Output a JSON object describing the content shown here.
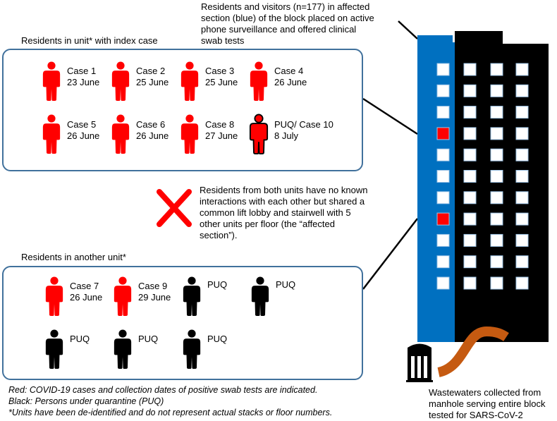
{
  "colors": {
    "case": "#ff0000",
    "puq": "#000000",
    "box_border": "#41719c",
    "building_blue": "#0070c0",
    "pipe": "#c55a11",
    "cross": "#ff0000"
  },
  "building_caption": [
    "Residents and visitors (n=177) in affected",
    "section (blue) of the block placed on active",
    "phone surveillance and offered clinical",
    "swab tests"
  ],
  "unit1": {
    "title": "Residents in unit* with index case",
    "people": [
      {
        "status": "case",
        "line1": "Case 1",
        "line2": "23 June"
      },
      {
        "status": "case",
        "line1": "Case 2",
        "line2": "25 June"
      },
      {
        "status": "case",
        "line1": "Case 3",
        "line2": "25 June"
      },
      {
        "status": "case",
        "line1": "Case 4",
        "line2": "26 June"
      },
      {
        "status": "case",
        "line1": "Case 5",
        "line2": "26 June"
      },
      {
        "status": "case",
        "line1": "Case 6",
        "line2": "26 June"
      },
      {
        "status": "case",
        "line1": "Case 8",
        "line2": "27 June"
      },
      {
        "status": "puq-case",
        "line1": "PUQ/ Case 10",
        "line2": "8 July"
      }
    ]
  },
  "middle_note": [
    "Residents from both units have no known",
    "interactions with each other but shared a",
    "common lift lobby and stairwell with 5",
    "other units per floor (the “affected",
    "section”)."
  ],
  "unit2": {
    "title": "Residents in another unit*",
    "people": [
      {
        "status": "case",
        "line1": "Case 7",
        "line2": "26 June"
      },
      {
        "status": "case",
        "line1": "Case 9",
        "line2": "29 June"
      },
      {
        "status": "puq",
        "line1": "PUQ",
        "line2": ""
      },
      {
        "status": "puq",
        "line1": "PUQ",
        "line2": ""
      },
      {
        "status": "puq",
        "line1": "PUQ",
        "line2": ""
      },
      {
        "status": "puq",
        "line1": "PUQ",
        "line2": ""
      },
      {
        "status": "puq",
        "line1": "PUQ",
        "line2": ""
      }
    ]
  },
  "footnotes": [
    "Red: COVID-19 cases and collection dates of positive swab tests are indicated.",
    "Black: Persons under quarantine (PUQ)",
    "*Units have been de-identified and do not represent actual stacks or floor numbers."
  ],
  "wastewater_caption": [
    "Wastewaters collected from",
    "manhole serving entire block",
    "tested for SARS-CoV-2"
  ],
  "building": {
    "floors": 11,
    "case_floors": [
      4,
      8
    ]
  }
}
